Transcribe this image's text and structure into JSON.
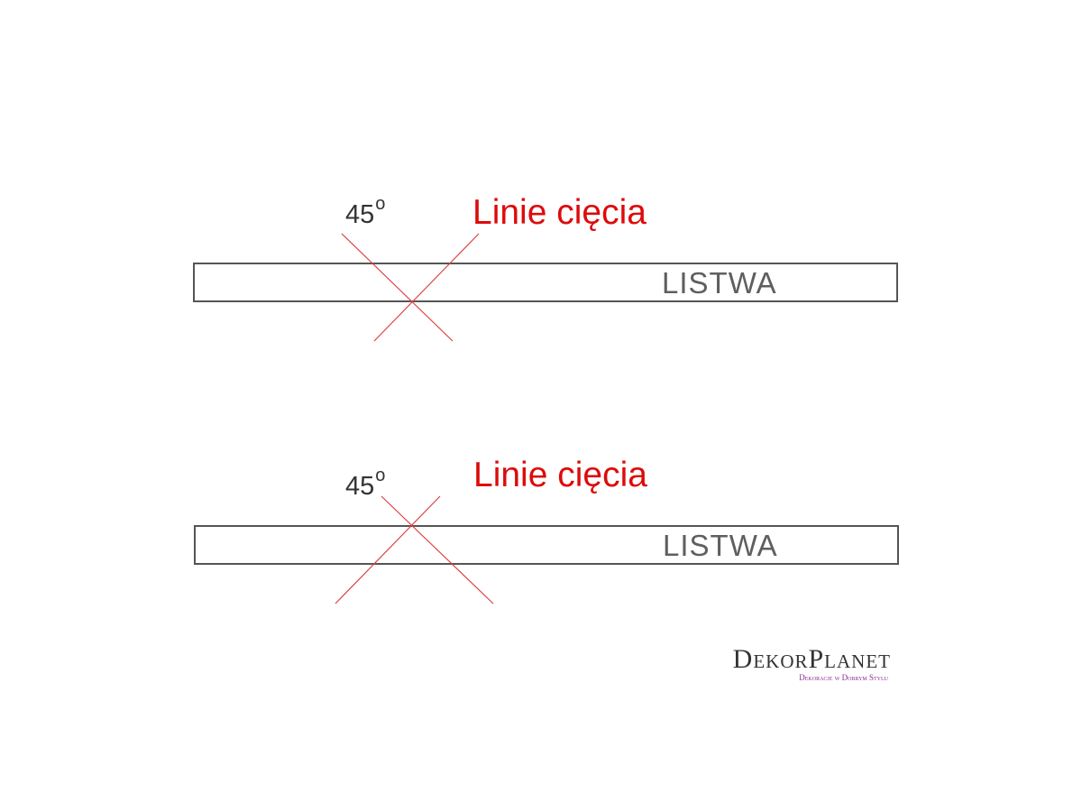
{
  "diagrams": [
    {
      "angle_value": "45",
      "angle_unit": "o",
      "cut_label": "Linie cięcia",
      "board_label": "LISTWA"
    },
    {
      "angle_value": "45",
      "angle_unit": "o",
      "cut_label": "Linie cięcia",
      "board_label": "LISTWA"
    }
  ],
  "logo": {
    "name": "DekorPlanet",
    "tagline": "Dekoracje w Dobrym Stylu"
  },
  "colors": {
    "cut_line": "#dd4040",
    "board_outline": "#555555",
    "cut_label": "#dd0b0b",
    "logo_tagline": "#8a2d8f"
  }
}
